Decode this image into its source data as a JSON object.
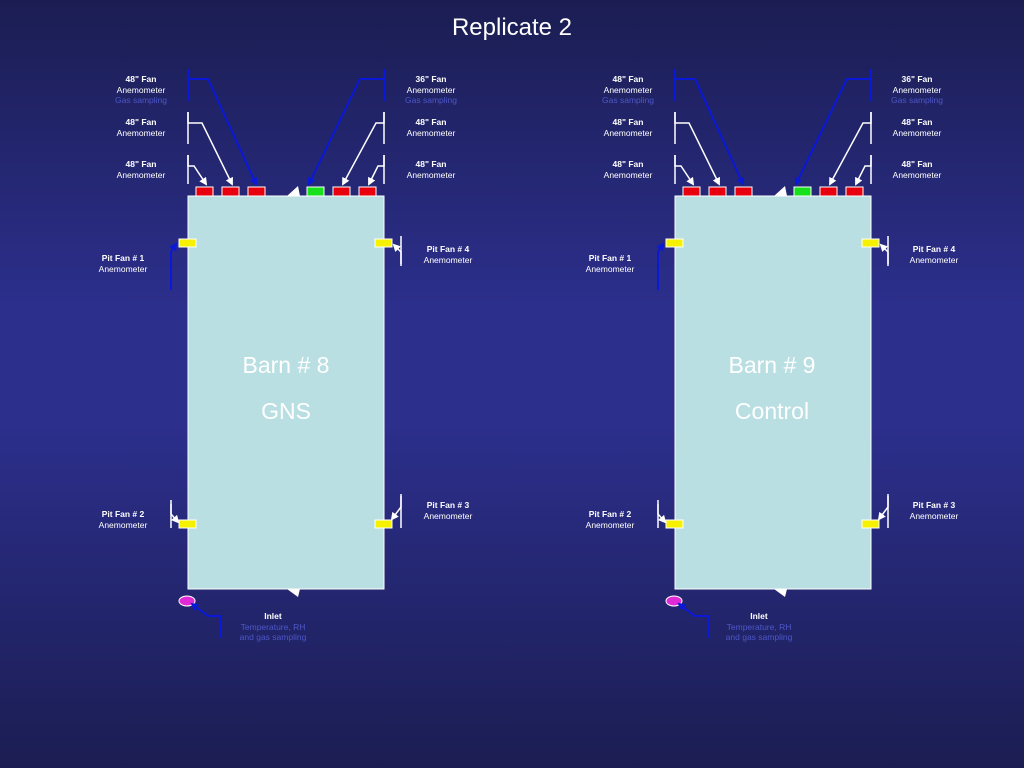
{
  "title": "Replicate 2",
  "colors": {
    "background": "#2c2f8c",
    "barn_fill": "#b9dfe2",
    "fan_red": "#e8000e",
    "fan_green": "#16e11a",
    "pit_fan_yellow": "#f5f100",
    "inlet_magenta": "#e02ad6",
    "blue_line": "#0a18d8",
    "white_line": "#ffffff",
    "gas_sampling_text": "#4d57c8"
  },
  "barns": [
    {
      "name": "Barn # 8",
      "treatment": "GNS",
      "labels": {
        "fan48_top": {
          "title": "48\" Fan",
          "sub": "Anemometer",
          "extra": "Gas sampling"
        },
        "fan48_mid_left": {
          "title": "48\" Fan",
          "sub": "Anemometer"
        },
        "fan48_low_left": {
          "title": "48\" Fan",
          "sub": "Anemometer"
        },
        "fan36_top": {
          "title": "36\" Fan",
          "sub": "Anemometer",
          "extra": "Gas sampling"
        },
        "fan48_mid_right": {
          "title": "48\" Fan",
          "sub": "Anemometer"
        },
        "fan48_low_right": {
          "title": "48\" Fan",
          "sub": "Anemometer"
        },
        "pit1": {
          "title": "Pit Fan # 1",
          "sub": "Anemometer"
        },
        "pit2": {
          "title": "Pit Fan # 2",
          "sub": "Anemometer"
        },
        "pit3": {
          "title": "Pit Fan # 3",
          "sub": "Anemometer"
        },
        "pit4": {
          "title": "Pit Fan # 4",
          "sub": "Anemometer"
        },
        "inlet": {
          "title": "Inlet",
          "sub": "Temperature, RH and gas sampling"
        }
      }
    },
    {
      "name": "Barn # 9",
      "treatment": "Control",
      "labels": {
        "fan48_top": {
          "title": "48\" Fan",
          "sub": "Anemometer",
          "extra": "Gas sampling"
        },
        "fan48_mid_left": {
          "title": "48\" Fan",
          "sub": "Anemometer"
        },
        "fan48_low_left": {
          "title": "48\" Fan",
          "sub": "Anemometer"
        },
        "fan36_top": {
          "title": "36\" Fan",
          "sub": "Anemometer",
          "extra": "Gas sampling"
        },
        "fan48_mid_right": {
          "title": "48\" Fan",
          "sub": "Anemometer"
        },
        "fan48_low_right": {
          "title": "48\" Fan",
          "sub": "Anemometer"
        },
        "pit1": {
          "title": "Pit Fan # 1",
          "sub": "Anemometer"
        },
        "pit2": {
          "title": "Pit Fan # 2",
          "sub": "Anemometer"
        },
        "pit3": {
          "title": "Pit Fan # 3",
          "sub": "Anemometer"
        },
        "pit4": {
          "title": "Pit Fan # 4",
          "sub": "Anemometer"
        },
        "inlet": {
          "title": "Inlet",
          "sub": "Temperature, RH and gas sampling"
        }
      }
    }
  ]
}
